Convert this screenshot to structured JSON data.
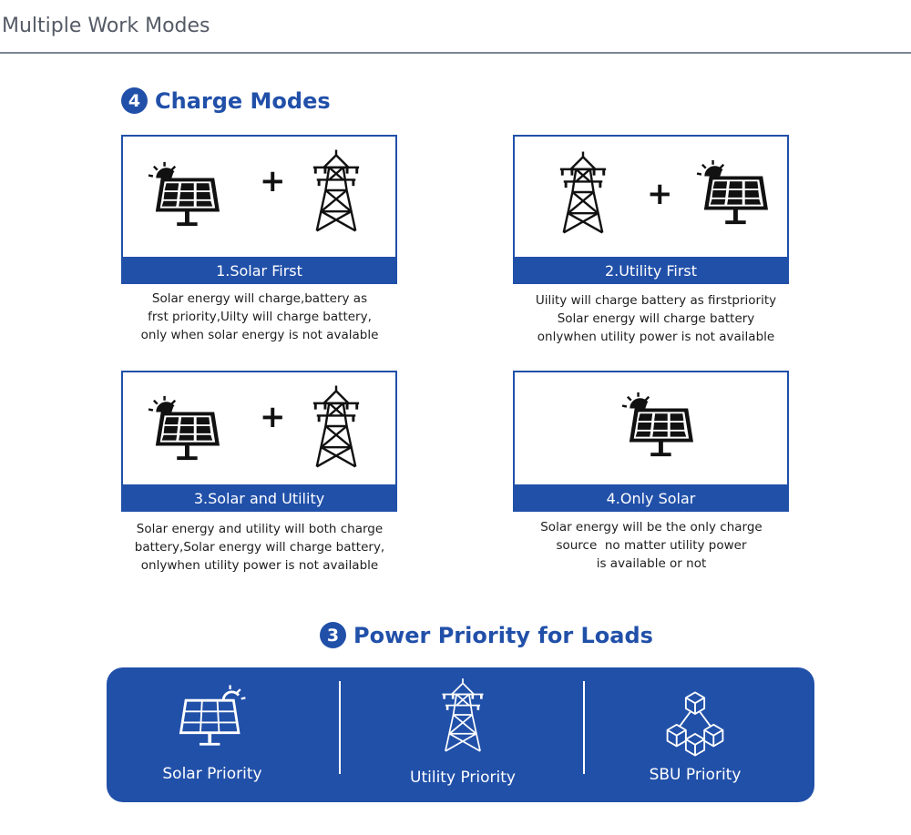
{
  "header": {
    "title": "Multiple Work Modes"
  },
  "charge_section": {
    "number": "4",
    "title": "Charge Modes"
  },
  "modes": [
    {
      "label": "1.Solar First",
      "desc": [
        "Solar energy will charge,battery as",
        "frst priority,Uilty will charge battery,",
        "only when solar energy is not avalable"
      ]
    },
    {
      "label": "2.Utility First",
      "desc": [
        "Uility will charge battery as firstpriority",
        "Solar energy will charge battery",
        "onlywhen utility power is not available"
      ]
    },
    {
      "label": "3.Solar and Utility",
      "desc": [
        "Solar energy and utility will both charge",
        "battery,Solar energy will charge battery,",
        "onlywhen utility power is not available"
      ]
    },
    {
      "label": "4.Only Solar",
      "desc": [
        "Solar energy will be the only charge",
        "source  no matter utility power",
        "is available or not"
      ]
    }
  ],
  "plus_symbol": "+",
  "priority_section": {
    "number": "3",
    "title": "Power Priority for Loads"
  },
  "priorities": [
    {
      "label": "Solar Priority",
      "icon": "solar-panel-icon"
    },
    {
      "label": "Utility Priority",
      "icon": "power-tower-icon"
    },
    {
      "label": "SBU Priority",
      "icon": "cubes-icon"
    }
  ],
  "colors": {
    "brand_blue": "#2150a9",
    "header_gray": "#555b66"
  }
}
